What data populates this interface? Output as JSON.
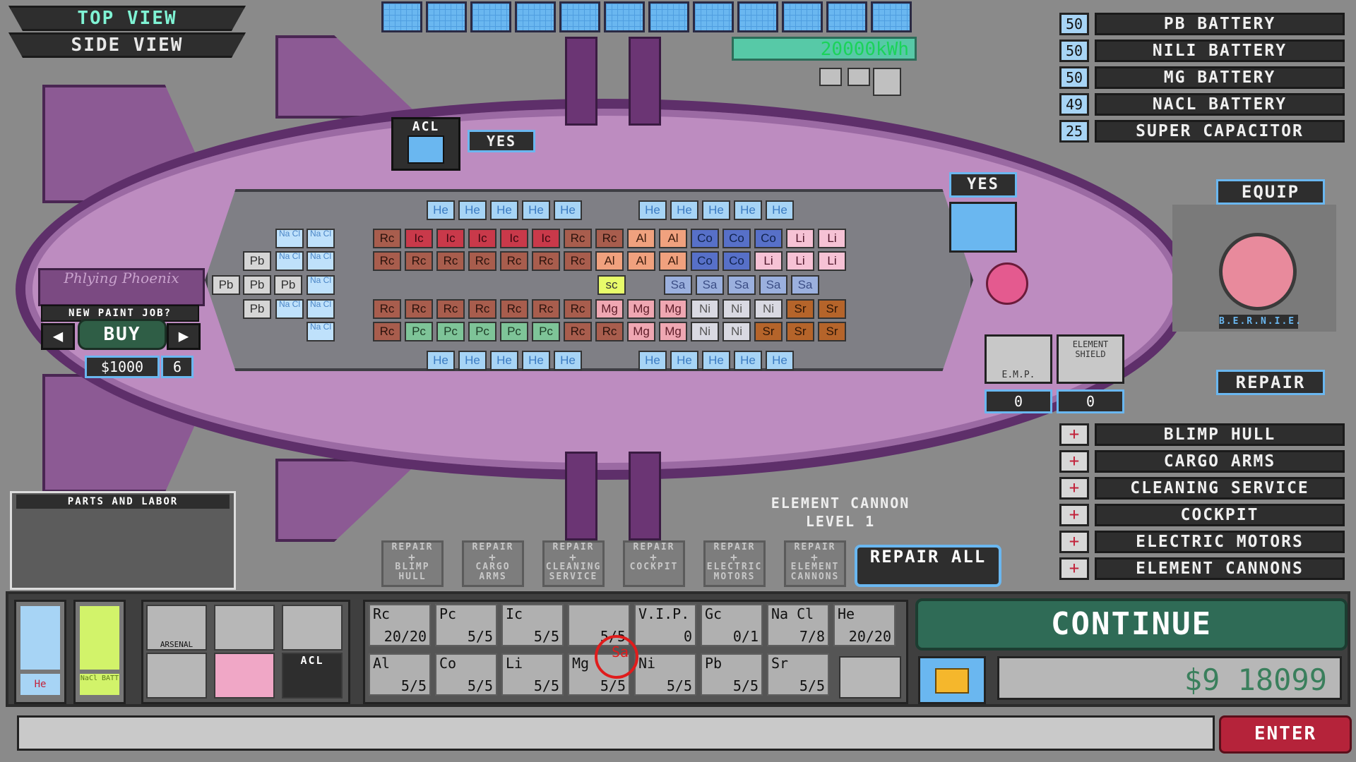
{
  "view_toggle": {
    "top": "TOP VIEW",
    "side": "SIDE VIEW"
  },
  "energy": {
    "value": "20000kWh"
  },
  "acl_yes": "YES",
  "weapon_yes": "YES",
  "ship_name": "Phlying Phoenix",
  "paint": {
    "label": "NEW PAINT JOB?",
    "buy": "BUY",
    "price": "$1000",
    "count": "6"
  },
  "batteries": [
    {
      "count": "50",
      "name": "PB BATTERY"
    },
    {
      "count": "50",
      "name": "NILI BATTERY"
    },
    {
      "count": "50",
      "name": "MG BATTERY"
    },
    {
      "count": "49",
      "name": "NACL BATTERY"
    },
    {
      "count": "25",
      "name": "SUPER CAPACITOR"
    }
  ],
  "equip": "EQUIP",
  "repair": "REPAIR",
  "robot_name": "B.E.R.N.I.E.",
  "emp": {
    "label": "E.M.P.",
    "value": "0"
  },
  "element_shield": {
    "label": "ELEMENT SHIELD",
    "value": "0"
  },
  "parts": [
    {
      "name": "BLIMP HULL"
    },
    {
      "name": "CARGO ARMS"
    },
    {
      "name": "CLEANING SERVICE"
    },
    {
      "name": "COCKPIT"
    },
    {
      "name": "ELECTRIC MOTORS"
    },
    {
      "name": "ELEMENT CANNONS"
    }
  ],
  "cannon_caption": {
    "line1": "ELEMENT CANNON",
    "line2": "LEVEL 1"
  },
  "parts_and_labor": "PARTS AND LABOR",
  "repair_buttons": [
    {
      "top": "REPAIR",
      "bottom": "BLIMP HULL"
    },
    {
      "top": "REPAIR",
      "bottom": "CARGO ARMS"
    },
    {
      "top": "REPAIR",
      "bottom": "CLEANING SERVICE"
    },
    {
      "top": "REPAIR",
      "bottom": "COCKPIT"
    },
    {
      "top": "REPAIR",
      "bottom": "ELECTRIC MOTORS"
    },
    {
      "top": "REPAIR",
      "bottom": "ELEMENT CANNONS"
    }
  ],
  "repair_all": "REPAIR ALL",
  "gauges": {
    "he": "He",
    "nacl": "NaCl BATT"
  },
  "arsenal": "ARSENAL",
  "acl": "ACL",
  "inventory": [
    {
      "sym": "Rc",
      "count": "20/20"
    },
    {
      "sym": "Pc",
      "count": "5/5"
    },
    {
      "sym": "Ic",
      "count": "5/5"
    },
    {
      "sym": "",
      "count": "5/5"
    },
    {
      "sym": "V.I.P.",
      "count": "0"
    },
    {
      "sym": "Gc",
      "count": "0/1"
    },
    {
      "sym": "Na Cl",
      "count": "7/8"
    },
    {
      "sym": "He",
      "count": "20/20"
    },
    {
      "sym": "Al",
      "count": "5/5"
    },
    {
      "sym": "Co",
      "count": "5/5"
    },
    {
      "sym": "Li",
      "count": "5/5"
    },
    {
      "sym": "Mg",
      "count": "5/5"
    },
    {
      "sym": "Ni",
      "count": "5/5"
    },
    {
      "sym": "Pb",
      "count": "5/5"
    },
    {
      "sym": "Sr",
      "count": "5/5"
    }
  ],
  "sa_label": "Sa",
  "continue": "CONTINUE",
  "money": "$9 18099",
  "enter": "ENTER",
  "cells": {
    "he": "He",
    "rc": "Rc",
    "ic": "Ic",
    "al": "Al",
    "co": "Co",
    "li": "Li",
    "mg": "Mg",
    "ni": "Ni",
    "sr": "Sr",
    "pc": "Pc",
    "sa": "Sa",
    "pb": "Pb",
    "nacl": "Na Cl",
    "sc": "sc"
  }
}
